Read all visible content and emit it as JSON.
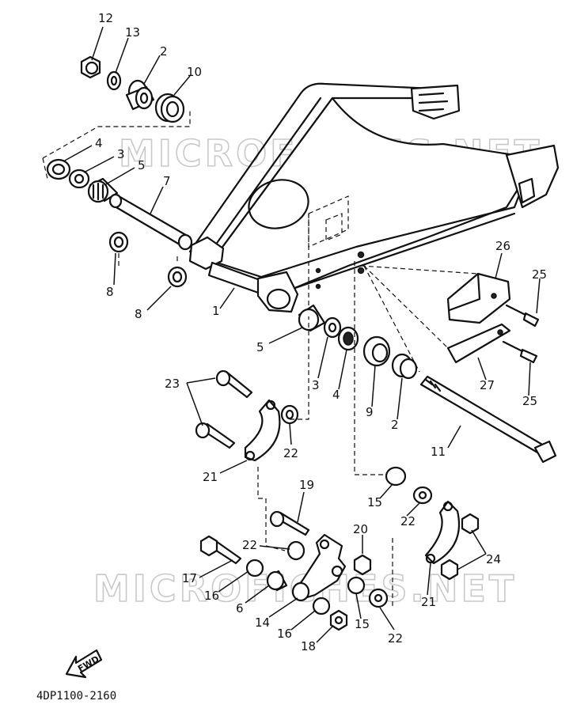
{
  "watermarks": [
    "MICROFICHES.NET",
    "MICROFICHES.NET"
  ],
  "diagram_code": "4DP1100-2160",
  "fwd_label": "FWD",
  "callouts": [
    "12",
    "13",
    "2",
    "10",
    "4",
    "3",
    "5",
    "7",
    "8",
    "8",
    "1",
    "5",
    "3",
    "4",
    "9",
    "2",
    "26",
    "25",
    "27",
    "25",
    "11",
    "23",
    "22",
    "21",
    "19",
    "15",
    "22",
    "20",
    "22",
    "17",
    "16",
    "6",
    "14",
    "16",
    "18",
    "15",
    "22",
    "24",
    "21"
  ]
}
